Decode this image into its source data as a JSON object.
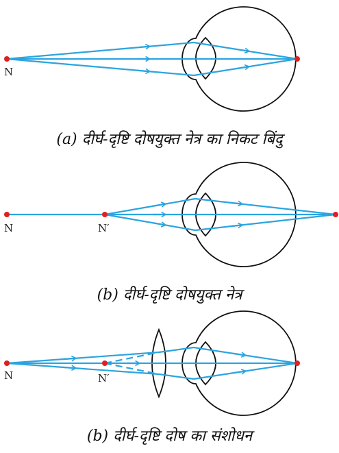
{
  "colors": {
    "ray": "#2ba4e0",
    "point": "#e02020",
    "outline": "#111111"
  },
  "panels": [
    {
      "labels": [
        "N"
      ],
      "caption": "(a) दीर्घ-दृष्टि दोषयुक्त नेत्र का निकट बिंदु"
    },
    {
      "labels": [
        "N",
        "N′"
      ],
      "caption": "(b) दीर्घ-दृष्टि दोषयुक्त नेत्र"
    },
    {
      "labels": [
        "N",
        "N′"
      ],
      "caption": "(b) दीर्घ-दृष्टि दोष का संशोधन"
    }
  ]
}
